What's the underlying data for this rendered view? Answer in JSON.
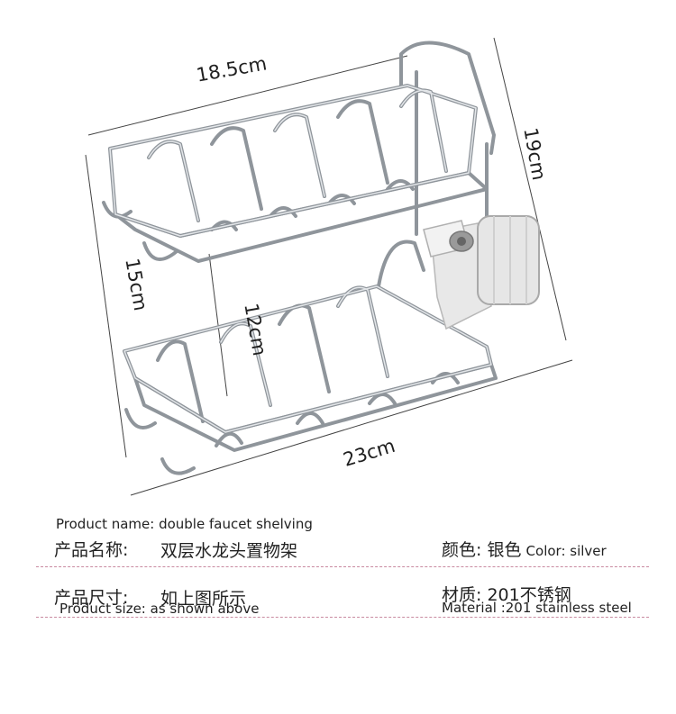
{
  "dimensions": {
    "top_width": "18.5cm",
    "height_total": "19cm",
    "height_side": "15cm",
    "shelf_gap": "12cm",
    "bottom_width": "23cm"
  },
  "specs": {
    "name_en": "Product name: double faucet shelving",
    "name_cn_label": "产品名称:",
    "name_cn_value": "双层水龙头置物架",
    "color_cn": "颜色: 银色",
    "color_en": "Color: silver",
    "size_cn_label": "产品尺寸:",
    "size_cn_value": "如上图所示",
    "size_en": "Product size: as shown above",
    "material_cn": "材质: 201不锈钢",
    "material_en": "Material :201 stainless steel"
  },
  "colors": {
    "wire": "#9aa0a6",
    "wire_highlight": "#e3e6e9",
    "clip": "#e8e8e8",
    "divider": "#c98aa0"
  }
}
